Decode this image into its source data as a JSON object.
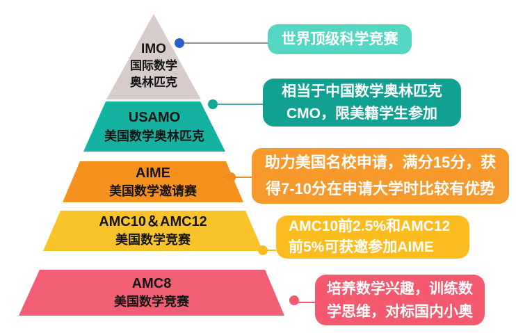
{
  "pyramid": {
    "levels": [
      {
        "id": "imo",
        "title": "IMO",
        "lines": [
          "国际数学",
          "奥林匹克"
        ],
        "color": "#d7cccb"
      },
      {
        "id": "usamo",
        "title": "USAMO",
        "lines": [
          "美国数学奥林匹克"
        ],
        "color": "#15b2a2"
      },
      {
        "id": "aime",
        "title": "AIME",
        "lines": [
          "美国数学邀请赛"
        ],
        "color": "#f6911d"
      },
      {
        "id": "amc10-12",
        "title": "AMC10＆AMC12",
        "lines": [
          "美国数学竞赛"
        ],
        "color": "#f9c32a"
      },
      {
        "id": "amc8",
        "title": "AMC8",
        "lines": [
          "美国数学竞赛"
        ],
        "color": "#f25e73"
      }
    ]
  },
  "callouts": [
    {
      "for": "IMO",
      "lines": [
        "世界顶级科学竞赛"
      ],
      "bg": "#55d6c3",
      "dot_color": "#2b5ec6",
      "line_color": "#8d8d8d"
    },
    {
      "for": "USAMO",
      "lines": [
        "相当于中国数学奥林匹克",
        "CMO，限美籍学生参加"
      ],
      "bg": "#11a191",
      "dot_color": "#16a696",
      "line_color": "#4aa79b"
    },
    {
      "for": "AIME",
      "lines": [
        "助力美国名校申请，满分15分，获",
        "得7-10分在申请大学时比较有优势"
      ],
      "bg": "#f8992c",
      "dot_color": "#f08b20",
      "line_color": "#f08b20"
    },
    {
      "for": "AMC10＆AMC12",
      "lines": [
        "AMC10前2.5%和AMC12",
        "前5%可获邀参加AIME"
      ],
      "bg": "#fbbc20",
      "dot_color": "#f8ba1e",
      "line_color": "#f8ba1e"
    },
    {
      "for": "AMC8",
      "lines": [
        "培养数学兴趣，训练数",
        "学思维，对标国内小奥"
      ],
      "bg": "#f4596f",
      "dot_color": "#f4596f",
      "line_color": "#f4596f"
    }
  ]
}
